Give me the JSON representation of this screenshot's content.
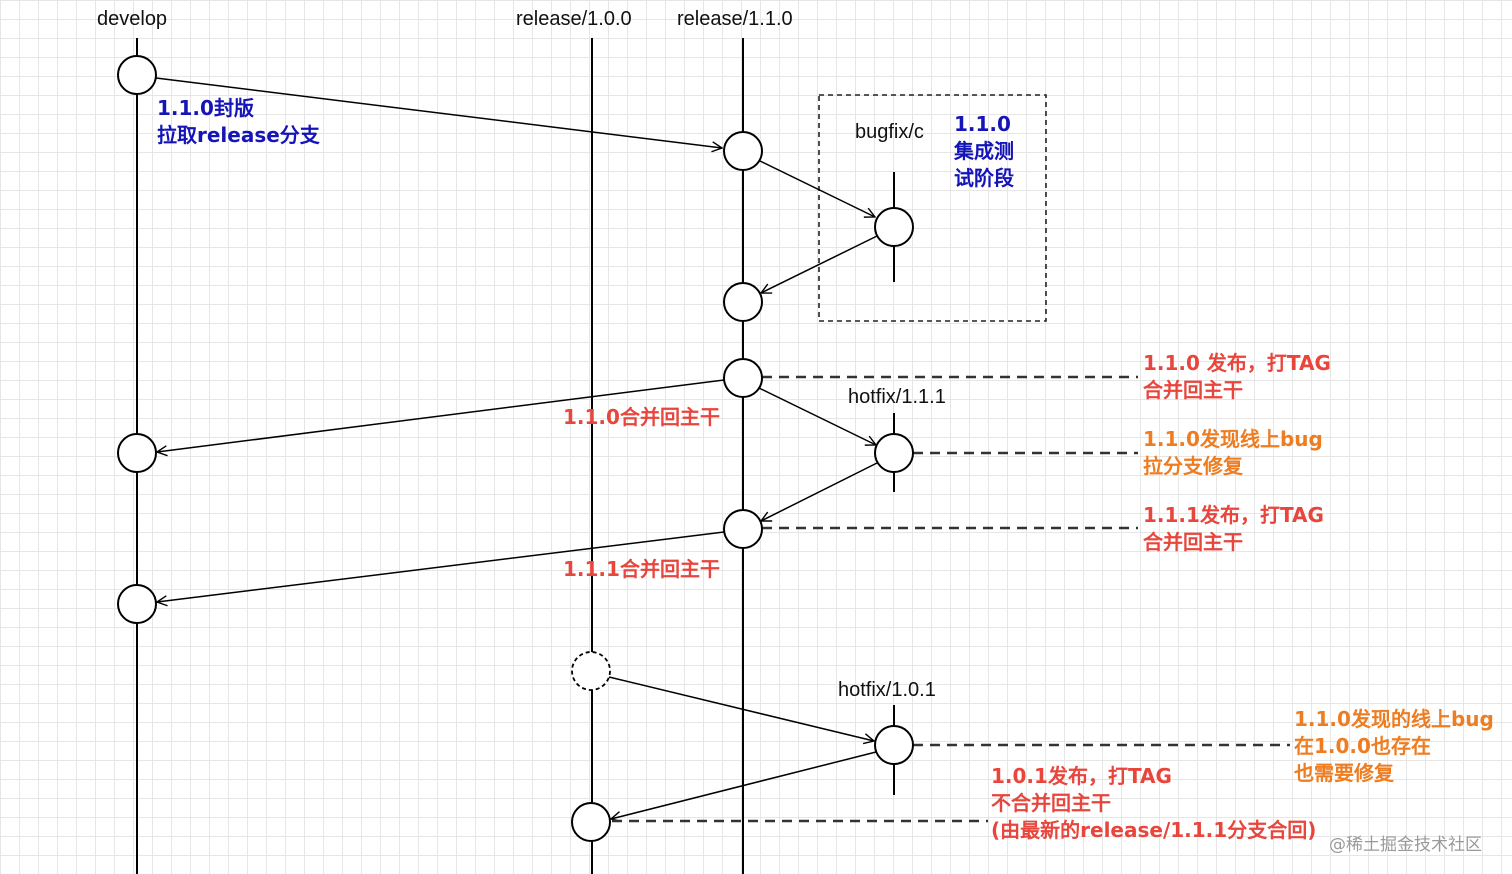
{
  "branches": {
    "develop": "develop",
    "release_100": "release/1.0.0",
    "release_110": "release/1.1.0",
    "bugfix": "bugfix/c",
    "hotfix_111": "hotfix/1.1.1",
    "hotfix_101": "hotfix/1.0.1"
  },
  "notes": {
    "freeze_line1": "1.1.0封版",
    "freeze_line2": "拉取release分支",
    "test_line1": "1.1.0",
    "test_line2": "集成测",
    "test_line3": "试阶段",
    "merge110": "1.1.0合并回主干",
    "merge111": "1.1.1合并回主干",
    "release110_line1": "1.1.0 发布，打TAG",
    "release110_line2": "合并回主干",
    "bug110_line1": "1.1.0发现线上bug",
    "bug110_line2": "拉分支修复",
    "release111_line1": "1.1.1发布，打TAG",
    "release111_line2": "合并回主干",
    "bug100_line1": "1.1.0发现的线上bug",
    "bug100_line2": "在1.0.0也存在",
    "bug100_line3": "也需要修复",
    "release101_line1": "1.0.1发布，打TAG",
    "release101_line2": "不合并回主干",
    "release101_line3": "(由最新的release/1.1.1分支合回)"
  },
  "watermark": "@稀土掘金技术社区",
  "colors": {
    "blue": "#1414b8",
    "red": "#e8453c",
    "orange": "#ee7d22",
    "line": "#000000",
    "dash": "#333333"
  }
}
